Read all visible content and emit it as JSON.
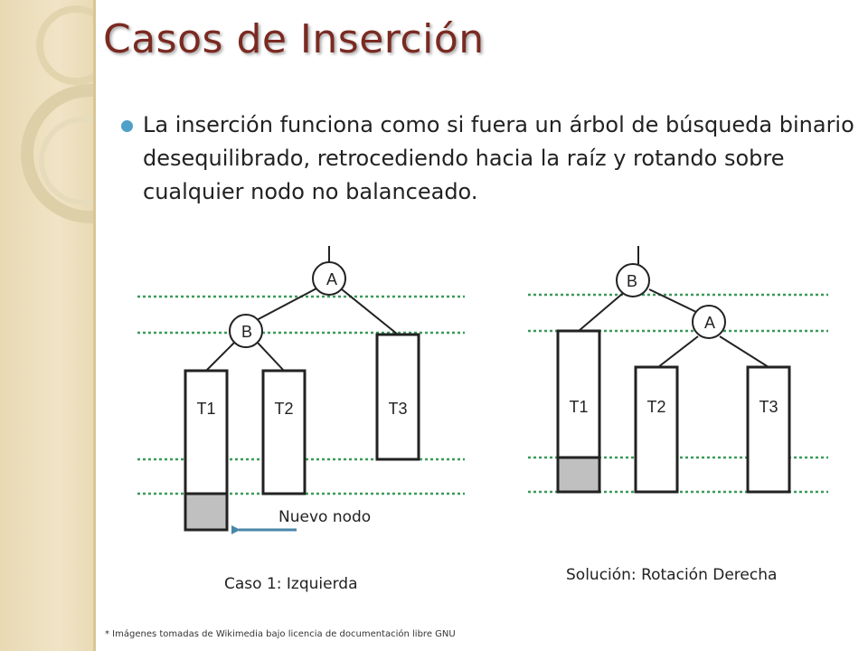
{
  "slide": {
    "title": "Casos de Inserción",
    "bullet": "La inserción funciona como si fuera un árbol de búsqueda binario desequilibrado, retrocediendo hacia la raíz y rotando sobre cualquier nodo no balanceado.",
    "footnote": "* Imágenes tomadas de Wikimedia bajo licencia de documentación libre GNU"
  },
  "left_diagram": {
    "node_a": "A",
    "node_b": "B",
    "t1": "T1",
    "t2": "T2",
    "t3": "T3",
    "new_node_label": "Nuevo nodo",
    "caption": "Caso 1: Izquierda"
  },
  "right_diagram": {
    "node_a": "A",
    "node_b": "B",
    "t1": "T1",
    "t2": "T2",
    "t3": "T3",
    "caption": "Solución: Rotación Derecha"
  },
  "colors": {
    "title": "#7a2a22",
    "bullet": "#4f9fc8",
    "level_lines": "#3a9a5a",
    "new_node_fill": "#c0c0c0",
    "arrow": "#4a86a8"
  }
}
